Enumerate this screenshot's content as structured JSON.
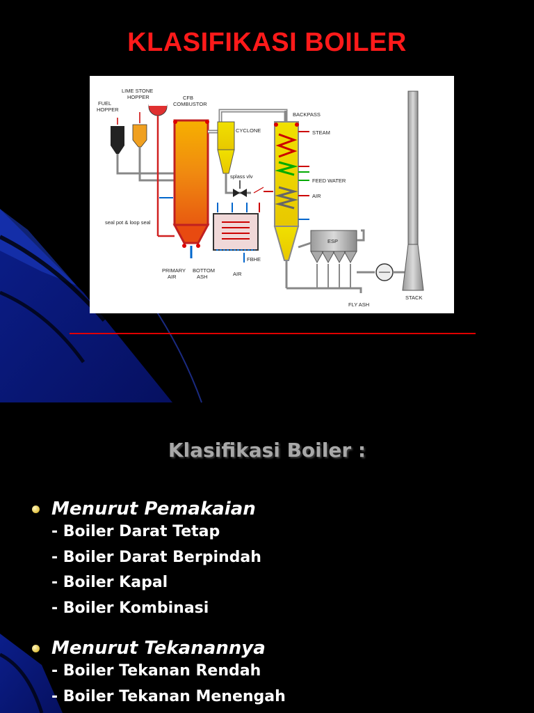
{
  "slide": {
    "title": "KLASIFIKASI BOILER",
    "subtitle": "Klasifikasi Boiler :"
  },
  "diagram": {
    "labels": {
      "fuel_hopper_1": "FUEL",
      "fuel_hopper_2": "HOPPER",
      "lime_stone_1": "LIME STONE",
      "lime_stone_2": "HOPPER",
      "cfb_1": "CFB",
      "cfb_2": "COMBUSTOR",
      "cyclone": "CYCLONE",
      "backpass": "BACKPASS",
      "steam": "STEAM",
      "feed_water": "FEED WATER",
      "air_right": "AIR",
      "splass_vlv": "splass vlv",
      "seal_pot": "seal pot & loop seal",
      "esp": "ESP",
      "primary_air_1": "PRIMARY",
      "primary_air_2": "AIR",
      "bottom_ash_1": "BOTTOM",
      "bottom_ash_2": "ASH",
      "air_bottom": "AIR",
      "fbhe": "FBHE",
      "fly_ash": "FLY ASH",
      "stack": "STACK"
    }
  },
  "sections": [
    {
      "heading": "Menurut Pemakaian",
      "items": [
        "- Boiler Darat Tetap",
        "- Boiler Darat Berpindah",
        "- Boiler Kapal",
        "- Boiler Kombinasi"
      ]
    },
    {
      "heading": "Menurut Tekanannya",
      "items": [
        "- Boiler Tekanan Rendah",
        "- Boiler Tekanan Menengah"
      ]
    }
  ],
  "colors": {
    "title": "#ff1a1a",
    "divider": "#e00000",
    "subtitle": "#a8a8a8",
    "background": "#000000",
    "accent_blue": "#0a2a9a"
  }
}
